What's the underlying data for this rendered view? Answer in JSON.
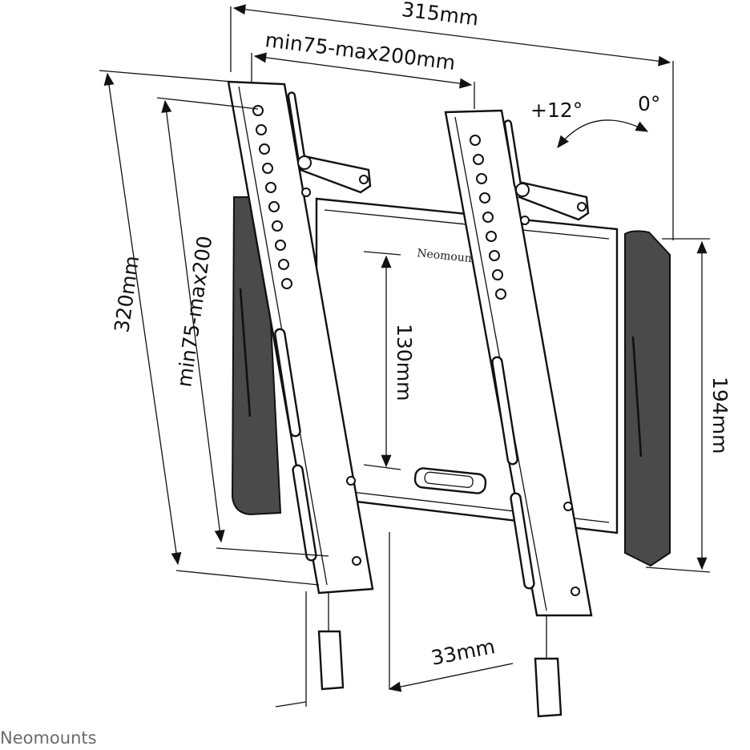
{
  "diagram": {
    "dimensions": {
      "overall_width": "315mm",
      "vesa_width": "min75-max200mm",
      "overall_height": "320mm",
      "vesa_height": "min75-max200",
      "plate_height": "130mm",
      "pad_height": "194mm",
      "wall_distance": "33mm"
    },
    "tilt": {
      "plus": "+12°",
      "zero": "0°"
    },
    "product_brand": "Neomounts",
    "logo": "Neomounts"
  }
}
